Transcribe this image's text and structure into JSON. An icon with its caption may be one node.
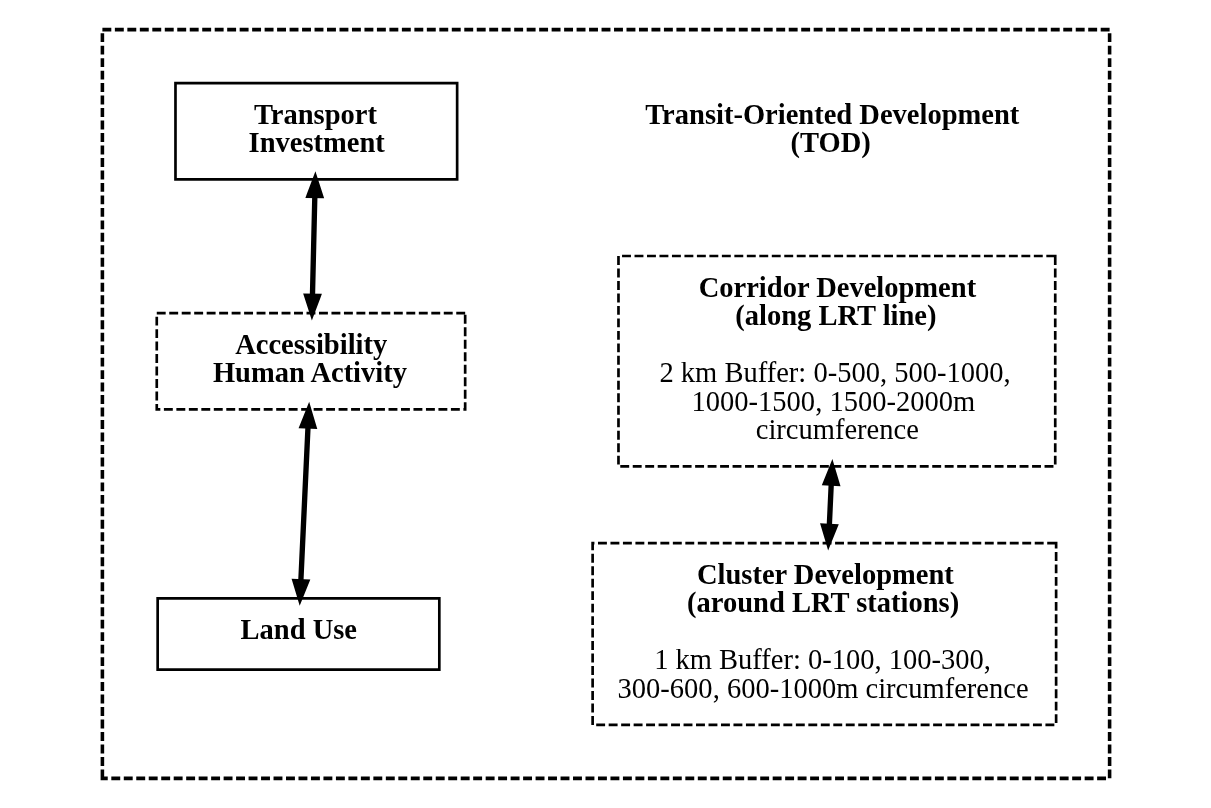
{
  "diagram": {
    "nodes": [
      {
        "text": [],
        "shape": "box"
      },
      {
        "text": [
          "Transport Investment"
        ],
        "in": 0
      },
      {
        "text": [
          "Accessibility Human Activity"
        ],
        "in": 0
      },
      {
        "text": [
          "Land Use"
        ],
        "in": 0
      },
      {
        "text": [
          "Corridor Development (along LRT line)",
          "2 km Buffer: 0-500, 500-1000, 1000-1500, 1500-2000m circumference"
        ],
        "in": 0
      },
      {
        "text": [
          "Cluster Development (around LRT stations)",
          "1 km Buffer: 0-100, 100-300, 300-600, 600-1000m circumference"
        ],
        "in": 0
      }
    ],
    "edges": [
      {
        "from": 1,
        "to": 2,
        "arrow": "both"
      },
      {
        "from": 2,
        "to": 3,
        "arrow": "both"
      },
      {
        "from": 4,
        "to": 5,
        "arrow": "both"
      }
    ],
    "labels": [
      "Transit-Oriented Development (TOD)"
    ]
  }
}
